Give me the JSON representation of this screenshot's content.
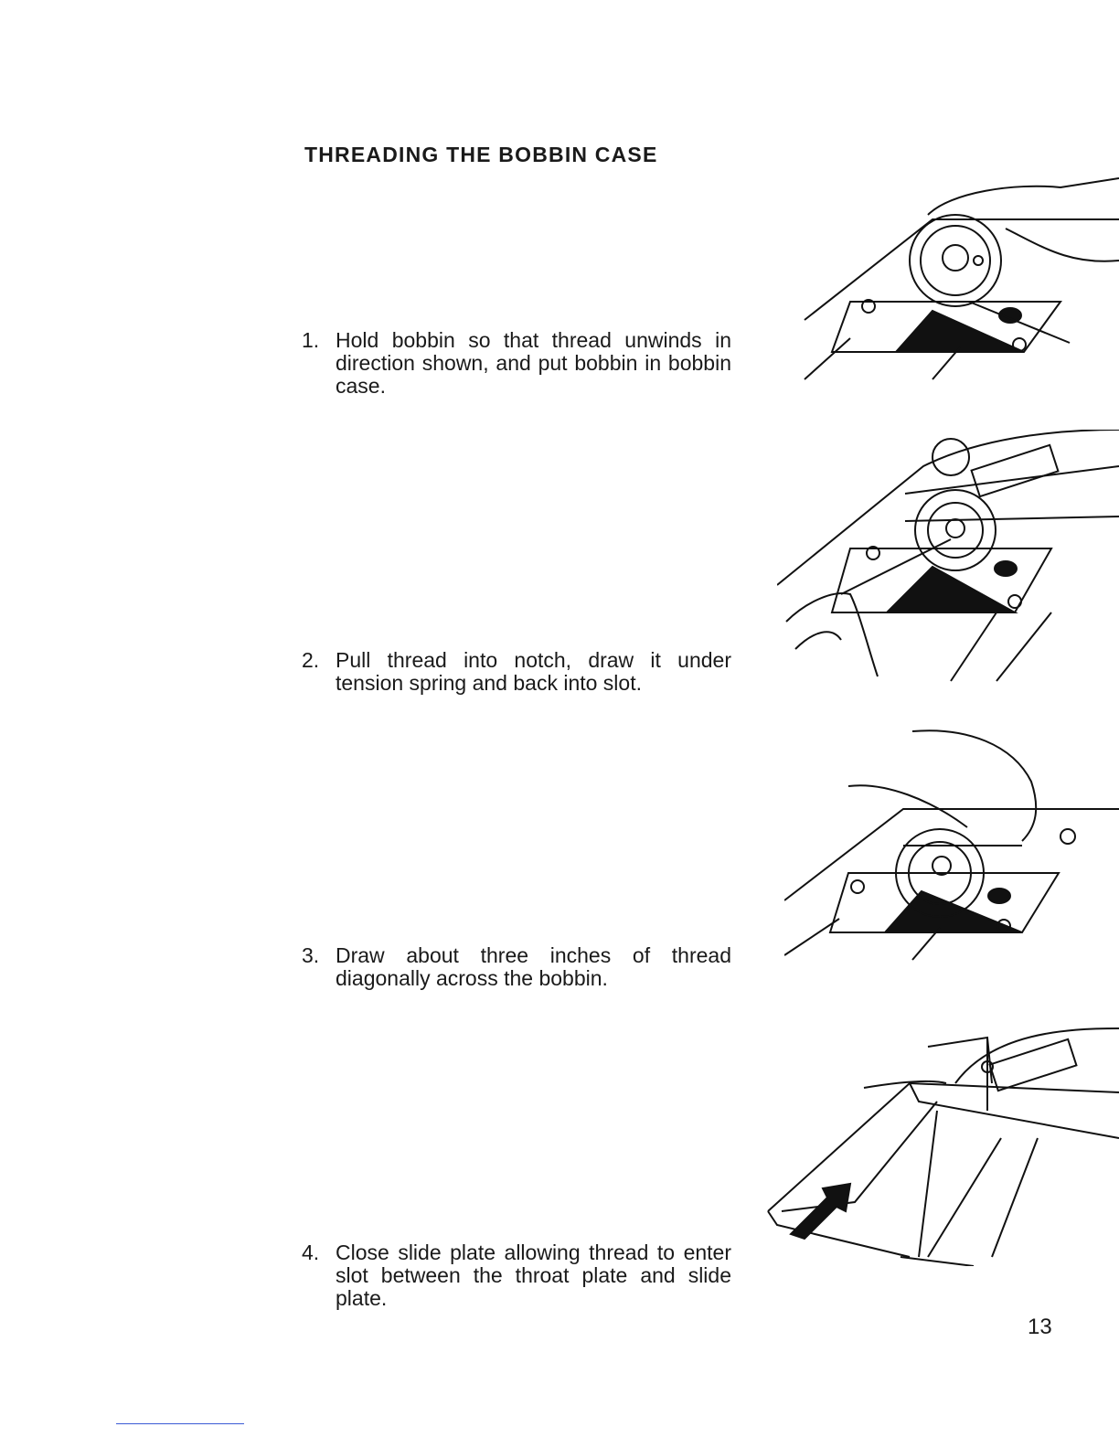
{
  "heading": "THREADING THE BOBBIN CASE",
  "steps": [
    {
      "num": "1.",
      "text": "Hold bobbin so that thread unwinds in direction shown, and put bobbin in bobbin case."
    },
    {
      "num": "2.",
      "text": "Pull thread into notch, draw it under tension spring and back into slot."
    },
    {
      "num": "3.",
      "text": "Draw about three inches of thread diagonally across the bobbin."
    },
    {
      "num": "4.",
      "text": "Close slide plate allowing thread to enter slot between the throat plate and slide plate."
    }
  ],
  "page_number": "13"
}
